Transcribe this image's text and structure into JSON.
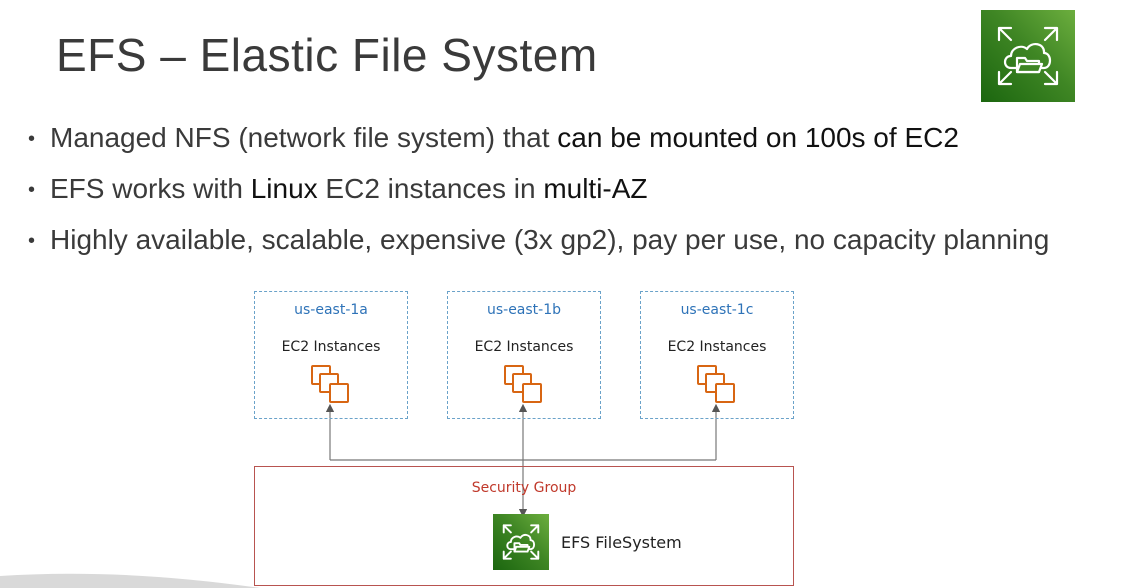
{
  "slide": {
    "title": "EFS – Elastic File System",
    "bullets": [
      {
        "pre": "Managed NFS (network file system) that ",
        "bold": "can be mounted on 100s of EC2",
        "mid": "",
        "bold2": "",
        "post": ""
      },
      {
        "pre": "EFS works with ",
        "bold": "Linux",
        "mid": " EC2 instances in ",
        "bold2": "multi-AZ",
        "post": ""
      },
      {
        "pre": "Highly available, scalable, expensive (3x gp2), pay per use, no capacity planning",
        "bold": "",
        "mid": "",
        "bold2": "",
        "post": ""
      }
    ]
  },
  "diagram": {
    "azs": [
      {
        "name": "us-east-1a",
        "label": "EC2 Instances"
      },
      {
        "name": "us-east-1b",
        "label": "EC2 Instances"
      },
      {
        "name": "us-east-1c",
        "label": "EC2 Instances"
      }
    ],
    "security_group": "Security Group",
    "efs_label": "EFS FileSystem"
  },
  "colors": {
    "az_border": "#6aa2c9",
    "az_text": "#2e73b8",
    "ec2_icon": "#d86613",
    "sg_border": "#b85450",
    "sg_text": "#c0392b",
    "efs_green": "#3f8624",
    "connector": "#666666"
  },
  "icons": {
    "logo": "efs-cloud-folder-icon",
    "ec2": "ec2-instances-icon",
    "efs": "efs-filesystem-icon"
  }
}
